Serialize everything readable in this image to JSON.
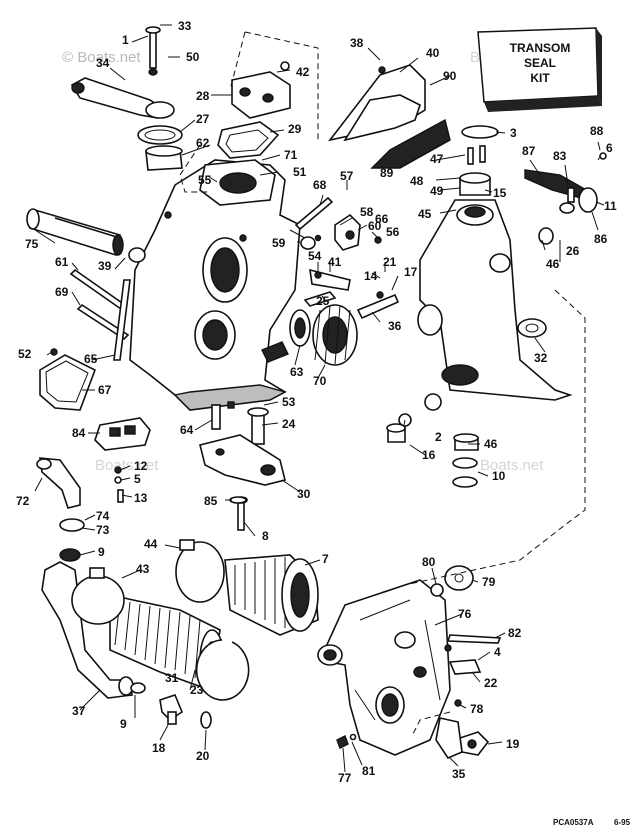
{
  "watermark": "© Boats.net",
  "watermark_faint": "Boats.net",
  "kit_box": {
    "line1": "TRANSOM",
    "line2": "SEAL",
    "line3": "KIT",
    "number": "90"
  },
  "drawing_code": "PCA0537A",
  "drawing_date": "6-95",
  "callouts": [
    "1",
    "2",
    "3",
    "4",
    "5",
    "6",
    "7",
    "8",
    "9",
    "10",
    "11",
    "12",
    "13",
    "14",
    "15",
    "16",
    "17",
    "18",
    "19",
    "20",
    "21",
    "22",
    "23",
    "24",
    "25",
    "26",
    "27",
    "28",
    "29",
    "30",
    "31",
    "32",
    "33",
    "34",
    "35",
    "36",
    "37",
    "38",
    "39",
    "40",
    "41",
    "42",
    "43",
    "44",
    "45",
    "46",
    "47",
    "48",
    "49",
    "50",
    "51",
    "52",
    "53",
    "54",
    "55",
    "56",
    "57",
    "58",
    "59",
    "60",
    "61",
    "62",
    "63",
    "64",
    "65",
    "66",
    "67",
    "68",
    "69",
    "70",
    "71",
    "72",
    "73",
    "74",
    "75",
    "76",
    "77",
    "78",
    "79",
    "80",
    "81",
    "82",
    "83",
    "84",
    "85",
    "86",
    "87",
    "88",
    "89",
    "90"
  ]
}
